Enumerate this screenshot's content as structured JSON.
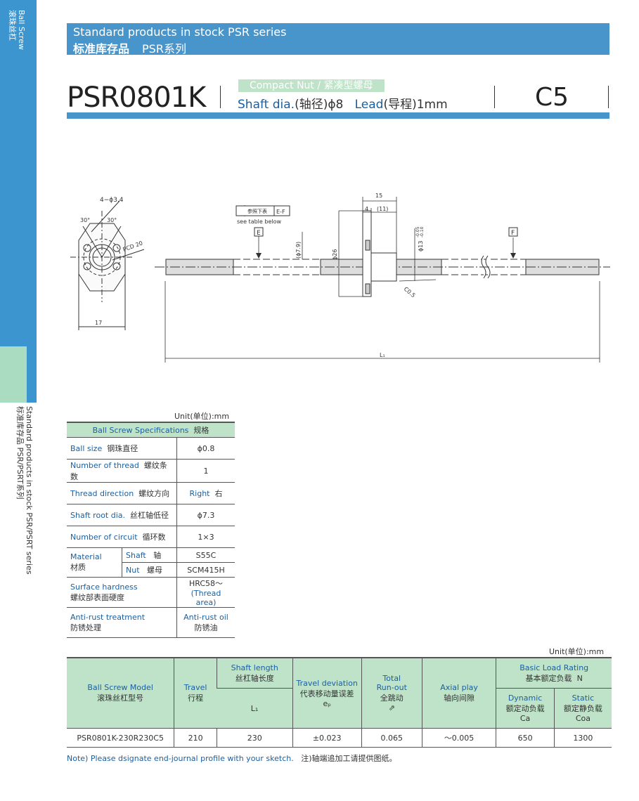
{
  "sidebar": {
    "top_en": "Ball Screw",
    "top_cn": "滚珠丝杠",
    "bottom_en": "Standard products in stock  PSR/PSRT series",
    "bottom_cn": "标准库存品  PSR/PSRT系列"
  },
  "header": {
    "line1": "Standard products in stock PSR series",
    "line2": "标准库存品",
    "line2_series": "PSR系列"
  },
  "model": {
    "name": "PSR0801K",
    "badge": "Compact Nut / 紧凑型螺母",
    "shaft_label": "Shaft dia.",
    "shaft_cn": "(轴径)",
    "shaft_value": "ϕ8",
    "lead_label": "Lead",
    "lead_cn": "(导程)",
    "lead_value": "1mm",
    "grade": "C5"
  },
  "drawing": {
    "hole_label": "4−ϕ3.4",
    "angle_left": "30°",
    "angle_right": "30°",
    "pcd": "PCD 20",
    "flange_width": "17",
    "dim_15": "15",
    "dim_4": "4",
    "dim_11": "(11)",
    "ref_label": "参照下表",
    "ref_code": "E-F",
    "see_table": "see table below",
    "marker_e": "E",
    "marker_f": "F",
    "dia_79": "(ϕ7.9)",
    "dia_26": "ϕ26",
    "dia_13": "ϕ13",
    "tol_upper": "-0.05",
    "tol_lower": "-0.10",
    "chamfer": "C0.5",
    "length_label": "L₁"
  },
  "spec": {
    "unit": "Unit(单位):mm",
    "header_en": "Ball Screw Specifications",
    "header_cn": "规格",
    "rows": [
      {
        "en": "Ball size",
        "cn": "钢珠直径",
        "value": "ϕ0.8"
      },
      {
        "en": "Number of thread",
        "cn": "螺纹条数",
        "value": "1"
      },
      {
        "en": "Thread direction",
        "cn": "螺纹方向",
        "value_en": "Right",
        "value_cn": "右"
      },
      {
        "en": "Shaft root dia.",
        "cn": "丝杠轴低径",
        "value": "ϕ7.3"
      },
      {
        "en": "Number of circuit",
        "cn": "循环数",
        "value": "1×3"
      }
    ],
    "material": {
      "en": "Material",
      "cn": "材质",
      "shaft_en": "Shaft",
      "shaft_cn": "轴",
      "shaft_value": "S55C",
      "nut_en": "Nut",
      "nut_cn": "螺母",
      "nut_value": "SCM415H"
    },
    "hardness": {
      "en": "Surface hardness",
      "cn": "螺纹部表面硬度",
      "value1": "HRC58～",
      "value2": "(Thread area)"
    },
    "antirust": {
      "en": "Anti-rust treatment",
      "cn": "防锈处理",
      "value_en": "Anti-rust oil",
      "value_cn": "防锈油"
    }
  },
  "main_table": {
    "unit": "Unit(单位):mm",
    "headers": {
      "model_en": "Ball Screw Model",
      "model_cn": "滚珠丝杠型号",
      "travel_en": "Travel",
      "travel_cn": "行程",
      "shaft_len_en": "Shaft length",
      "shaft_len_cn": "丝杠轴长度",
      "l1": "L₁",
      "dev_en": "Travel deviation",
      "dev_cn": "代表移动量误差",
      "ep": "eₚ",
      "runout_en": "Total\nRun-out",
      "runout_cn": "全跳动",
      "runout_sym": "⇗",
      "axial_en": "Axial play",
      "axial_cn": "轴向间隙",
      "load_en": "Basic Load Rating",
      "load_cn": "基本额定负载",
      "load_unit": "N",
      "dyn_en": "Dynamic",
      "dyn_cn": "额定动负载",
      "dyn_sym": "Ca",
      "stat_en": "Static",
      "stat_cn": "额定静负载",
      "stat_sym": "Coa"
    },
    "rows": [
      {
        "model": "PSR0801K-230R230C5",
        "travel": "210",
        "l1": "230",
        "dev": "±0.023",
        "runout": "0.065",
        "axial": "～0.005",
        "ca": "650",
        "coa": "1300"
      }
    ]
  },
  "note": {
    "en": "Note) Please dsignate end-journal profile with your sketch.",
    "cn": "注)轴端追加工请提供图纸。"
  }
}
